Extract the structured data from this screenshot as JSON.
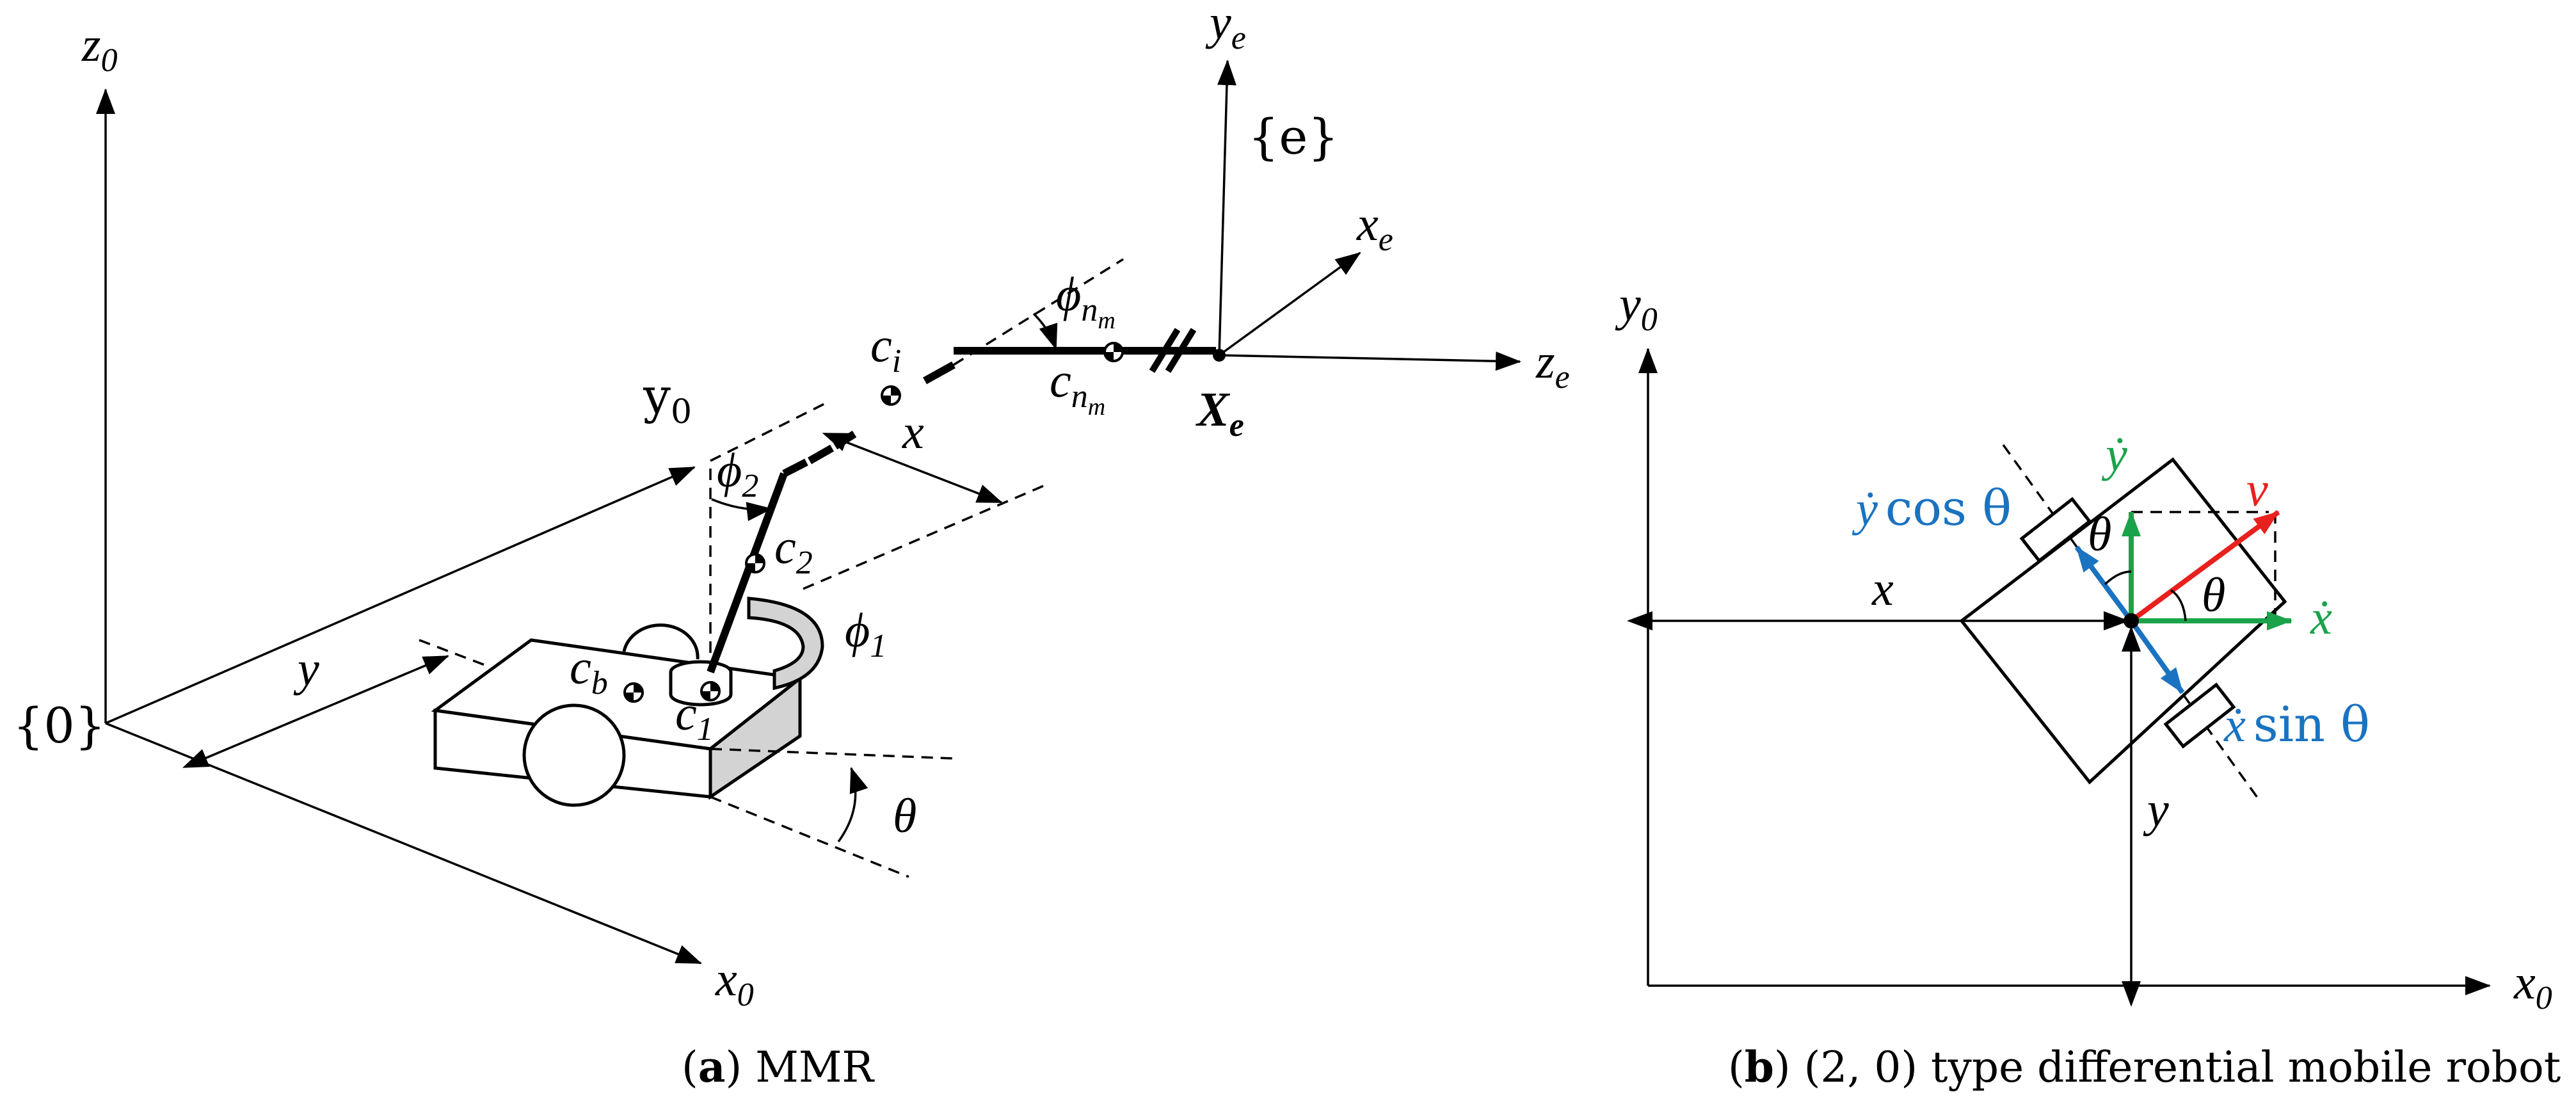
{
  "panel_a": {
    "caption_letter": "a",
    "caption_text": "MMR",
    "labels": {
      "z0_main": "z",
      "z0_sub": "0",
      "x0_main": "x",
      "x0_sub": "0",
      "frame0": "{0}",
      "y0_main": "y",
      "y0_sub": "0",
      "y_dist": "y",
      "x_dist": "x",
      "theta": "θ",
      "phi1_main": "ϕ",
      "phi1_sub": "1",
      "phi2_main": "ϕ",
      "phi2_sub": "2",
      "phinm_main": "ϕ",
      "phinm_sub": "n",
      "phinm_subsub": "m",
      "cb_main": "c",
      "cb_sub": "b",
      "c1_main": "c",
      "c1_sub": "1",
      "c2_main": "c",
      "c2_sub": "2",
      "ci_main": "c",
      "ci_sub": "i",
      "cnm_main": "c",
      "cnm_sub": "n",
      "cnm_subsub": "m",
      "Xe_main": "X",
      "Xe_sub": "e",
      "ye_main": "y",
      "ye_sub": "e",
      "xe_main": "x",
      "xe_sub": "e",
      "ze_main": "z",
      "ze_sub": "e",
      "frame_e": "{e}"
    }
  },
  "panel_b": {
    "caption_letter": "b",
    "caption_text": "(2, 0) type differential mobile robot",
    "labels": {
      "y0_main": "y",
      "y0_sub": "0",
      "x0_main": "x",
      "x0_sub": "0",
      "x_dist": "x",
      "y_dist": "y",
      "ydot": "ẏ",
      "xdot": "ẋ",
      "v": "v",
      "theta_a": "θ",
      "theta_b": "θ",
      "ycos_main": "ẏ",
      "ycos_rest": "cos θ",
      "xsin_main": "ẋ",
      "xsin_rest": "sin θ"
    }
  },
  "colors": {
    "velocity_x": "#1aa34a",
    "velocity_y": "#1aa34a",
    "velocity_v": "#e8201e",
    "projections": "#1a73c0",
    "body_shade": "#d3d3d3"
  }
}
